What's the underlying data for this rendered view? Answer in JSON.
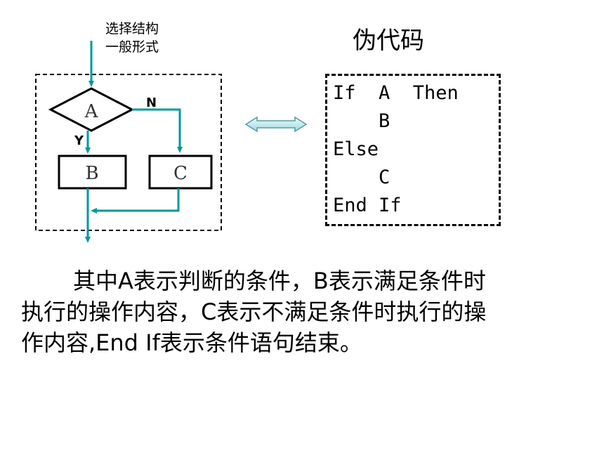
{
  "flowchart": {
    "caption_line1": "选择结构",
    "caption_line2": "一般形式",
    "decision_label": "A",
    "yes_label": "Y",
    "no_label": "N",
    "box_b_label": "B",
    "box_c_label": "C",
    "line_color": "#009999"
  },
  "pseudocode": {
    "title": "伪代码",
    "lines": [
      "If  A  Then",
      "    B",
      "Else",
      "    C",
      "End If"
    ]
  },
  "description": {
    "line1": "其中A表示判断的条件，B表示满足条件时",
    "line2": "执行的操作内容，C表示不满足条件时执行的操",
    "line3": "作内容,End  If表示条件语句结束。"
  }
}
